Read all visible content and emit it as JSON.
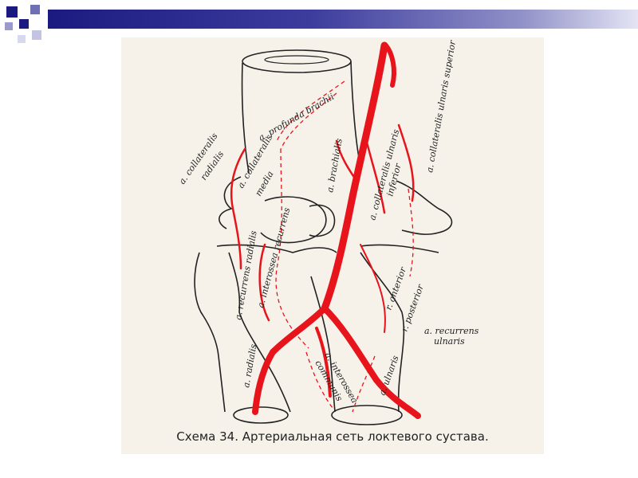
{
  "slide": {
    "caption": "Схема 34. Артериальная сеть локтевого сустава.",
    "colors": {
      "header_dark": "#1a1a80",
      "header_light": "#e4e4f4",
      "artery": "#e8141b",
      "panel": "#f6f2ea"
    }
  },
  "diagram": {
    "labels": {
      "profunda_brachii": "a. profunda brachii",
      "collateralis_radialis_1": "a. collateralis",
      "collateralis_radialis_2": "radialis",
      "collateralis_media_1": "a. collateralis",
      "collateralis_media_2": "media",
      "brachialis": "a. brachialis",
      "collateralis_ulnaris_superior": "a. collateralis ulnaris superior",
      "collateralis_ulnaris_inferior_1": "a. collateralis ulnaris",
      "collateralis_ulnaris_inferior_2": "inferior",
      "recurrens_radialis": "a. recurrens radialis",
      "interossea_recurrens": "a. interossea recurrens",
      "r_anterior": "r. anterior",
      "r_posterior": "r. posterior",
      "recurrens_ulnaris_1": "a. recurrens",
      "recurrens_ulnaris_2": "ulnaris",
      "radialis": "a. radialis",
      "interossea_communis_1": "a. interossea",
      "interossea_communis_2": "communis",
      "ulnaris": "a. ulnaris"
    }
  }
}
